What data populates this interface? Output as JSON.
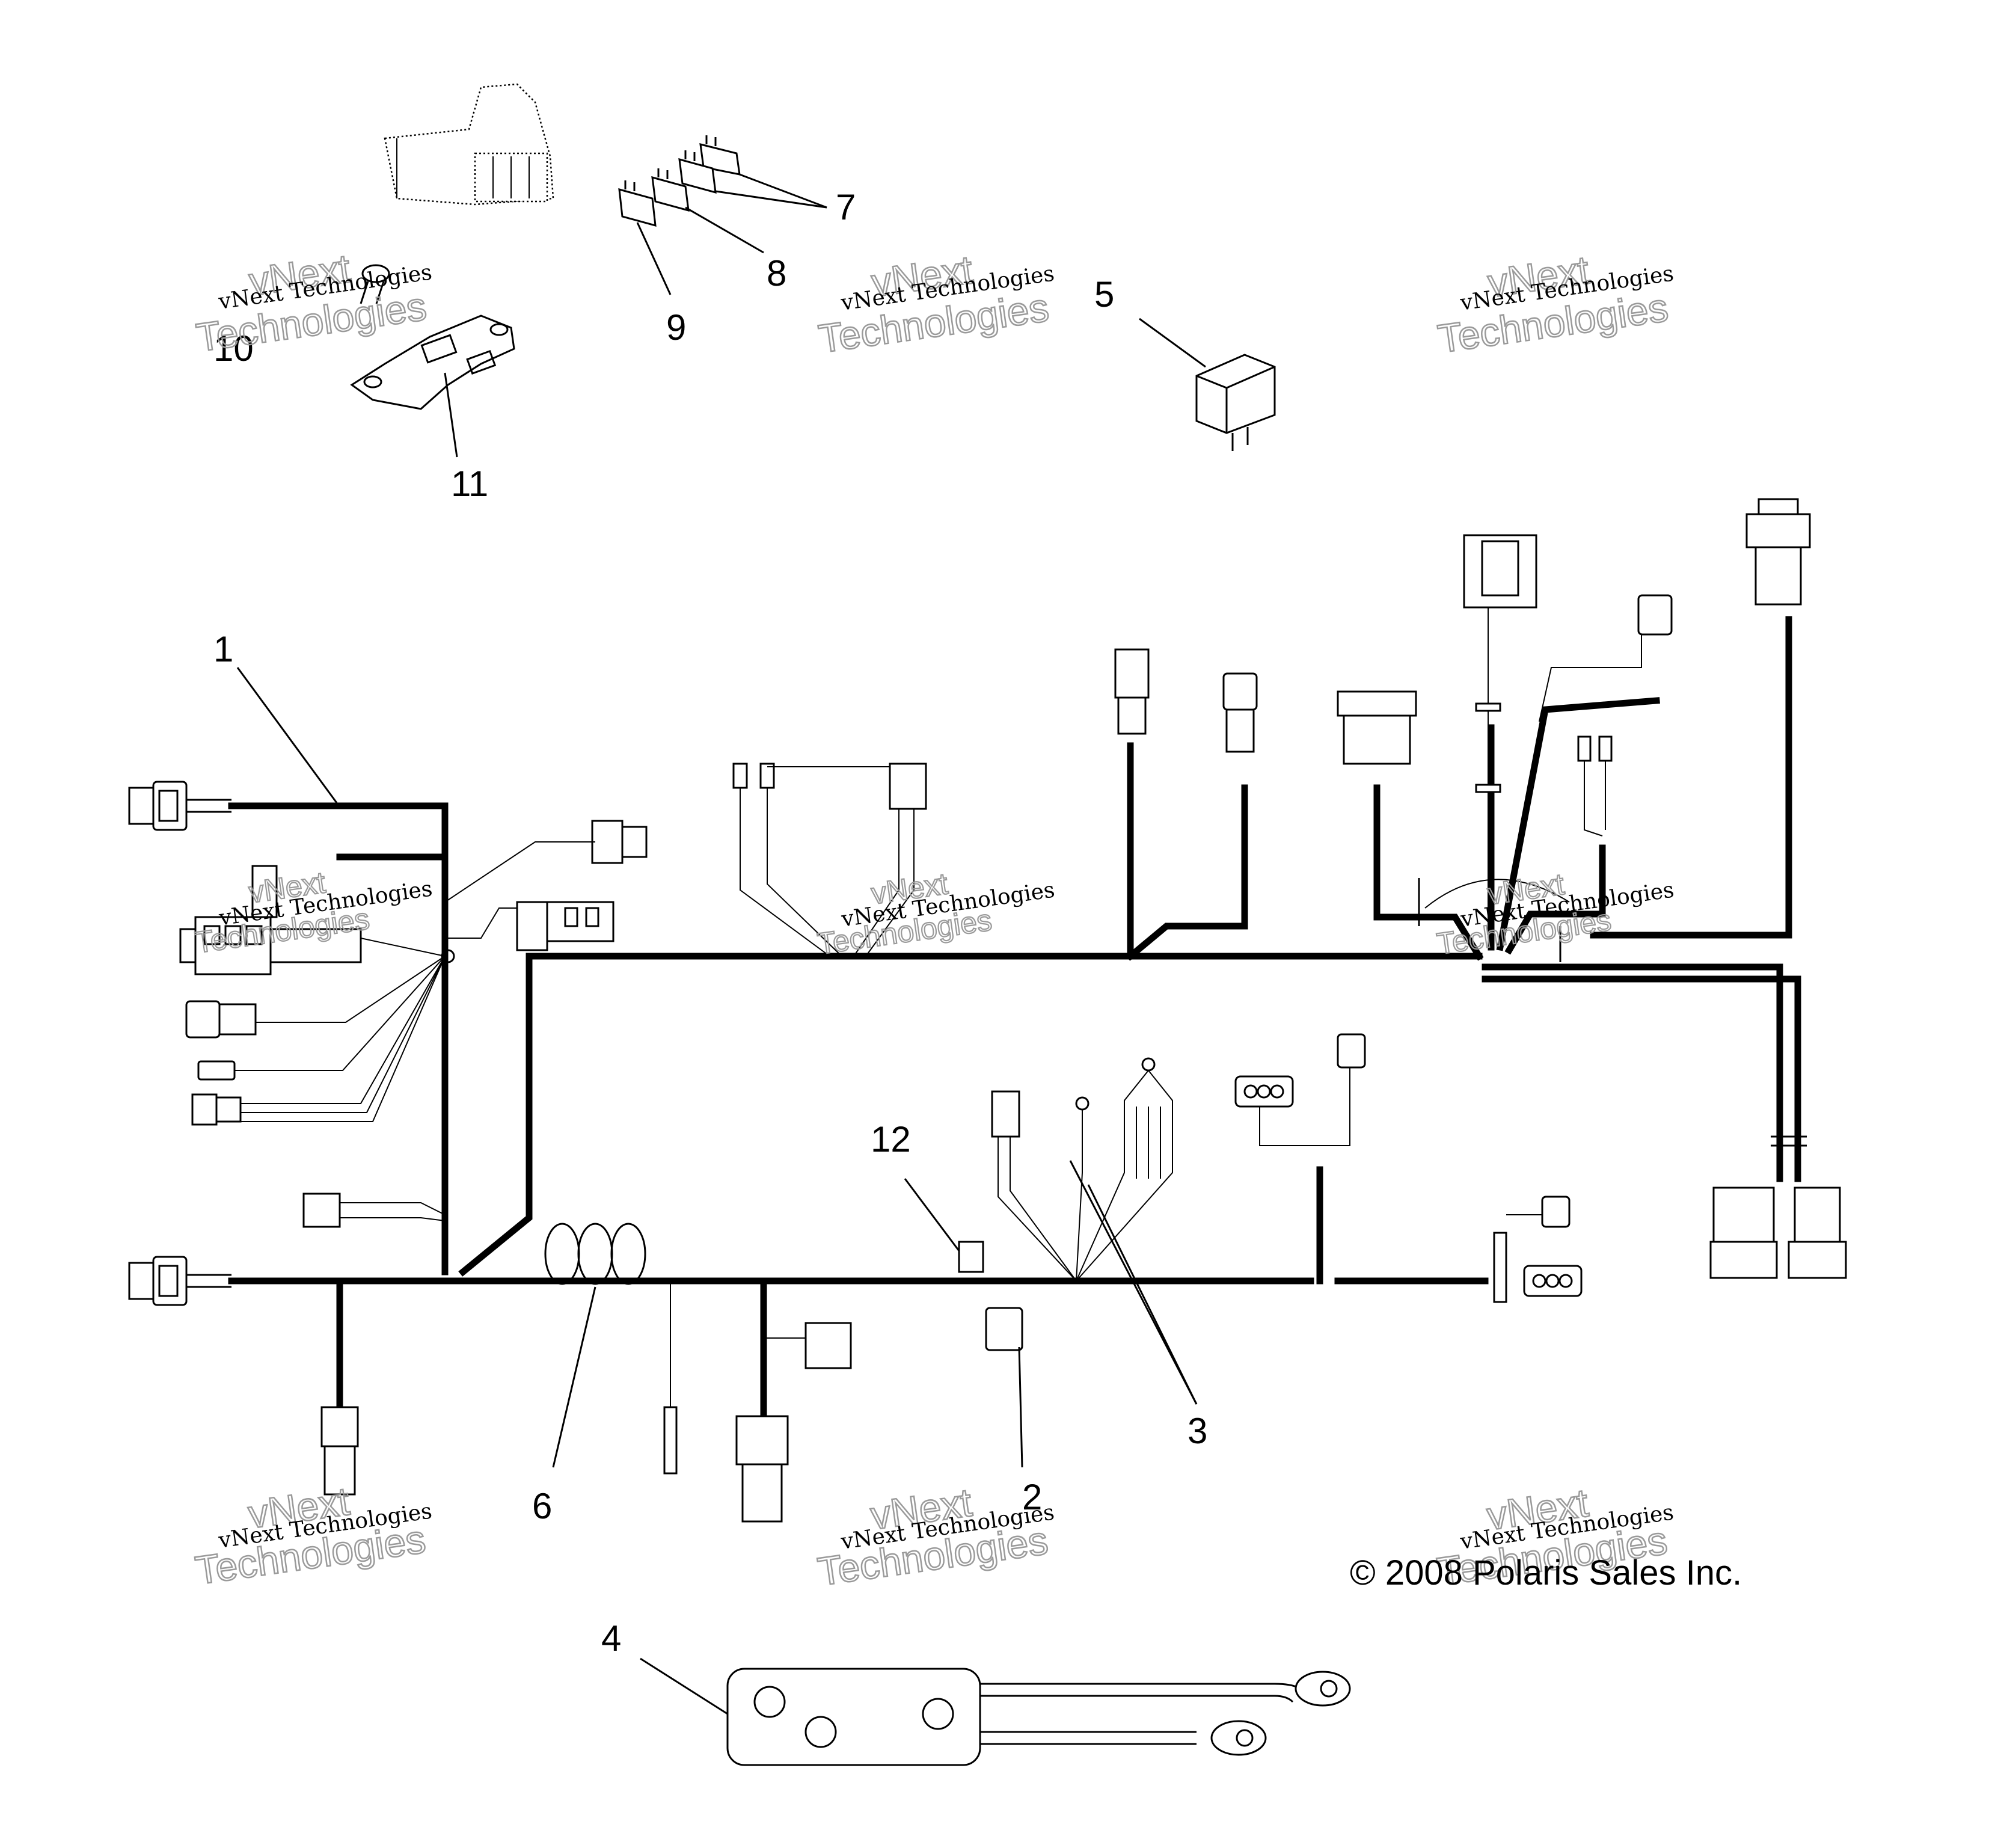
{
  "callouts": {
    "c1": "1",
    "c2": "2",
    "c3": "3",
    "c4": "4",
    "c5": "5",
    "c6": "6",
    "c7": "7",
    "c8": "8",
    "c9": "9",
    "c10": "10",
    "c11": "11",
    "c12": "12"
  },
  "watermark": {
    "small": "vNext Technologies",
    "outline_top": "vNext",
    "outline_bottom": "Technologies"
  },
  "copyright": "© 2008 Polaris Sales Inc.",
  "colors": {
    "line": "#000000",
    "watermark_outline": "#9a9a9a",
    "background": "#ffffff"
  }
}
